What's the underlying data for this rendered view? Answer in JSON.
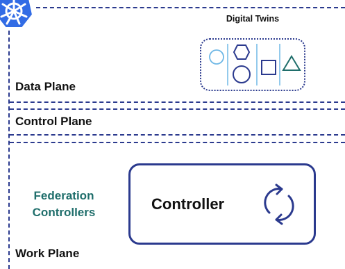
{
  "planes": {
    "data": "Data Plane",
    "control": "Control Plane",
    "work": "Work Plane"
  },
  "digital_twins": {
    "title": "Digital Twins",
    "shapes": [
      "circle-icon",
      "hexagon-icon",
      "circle-icon",
      "square-icon",
      "triangle-icon"
    ]
  },
  "federation": {
    "line1": "Federation",
    "line2": "Controllers"
  },
  "controller": {
    "label": "Controller",
    "icon": "sync-icon"
  },
  "colors": {
    "navy": "#2b3a8e",
    "teal": "#1f6e6b",
    "light_blue": "#6fb8e6",
    "k8s_blue": "#326ce5"
  }
}
